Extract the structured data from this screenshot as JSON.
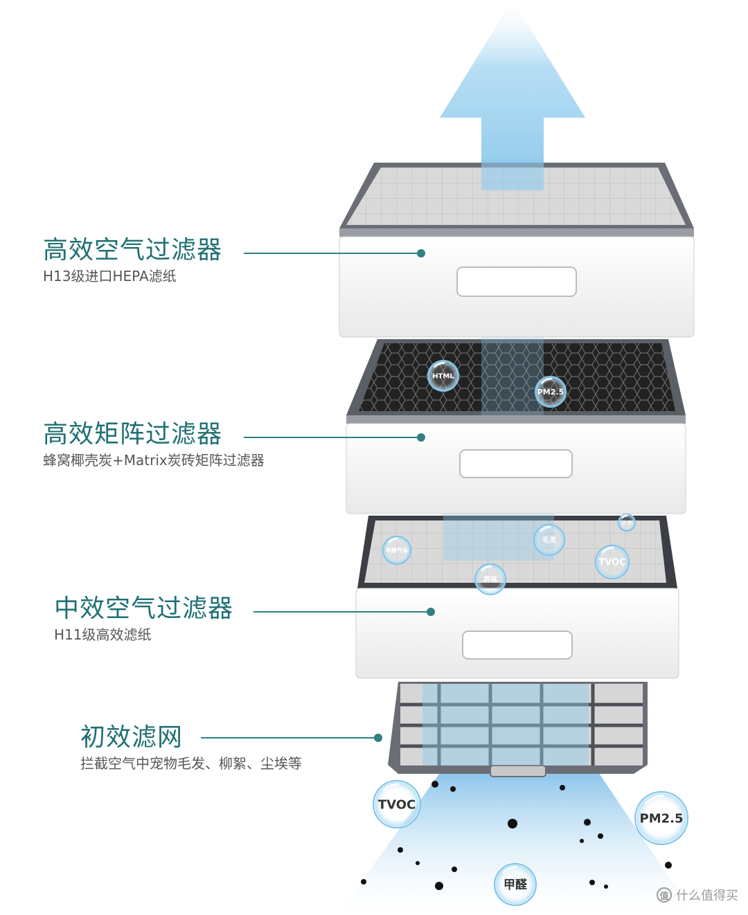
{
  "layers": [
    {
      "title": "高效空气过滤器",
      "subtitle": "H13级进口HEPA滤纸"
    },
    {
      "title": "高效矩阵过滤器",
      "subtitle": "蜂窝椰壳炭+Matrix炭砖矩阵过滤器"
    },
    {
      "title": "中效空气过滤器",
      "subtitle": "H11级高效滤纸"
    },
    {
      "title": "初效滤网",
      "subtitle": "拦截空气中宠物毛发、柳絮、尘埃等"
    }
  ],
  "particles": {
    "matrix": [
      "HTML",
      "PM2.5"
    ],
    "medium": [
      "甲醛气体",
      "毛发",
      "2.5",
      "TVOC",
      "异味"
    ],
    "intake": [
      "TVOC",
      "PM2.5",
      "甲醛"
    ]
  },
  "watermark": {
    "text": "什么值得买",
    "icon_glyph": "值"
  },
  "colors": {
    "accent": "#2f7f83",
    "airflow": "#8ec9ec",
    "frame": "#6a6e74",
    "housing": "#f6f6f6"
  }
}
